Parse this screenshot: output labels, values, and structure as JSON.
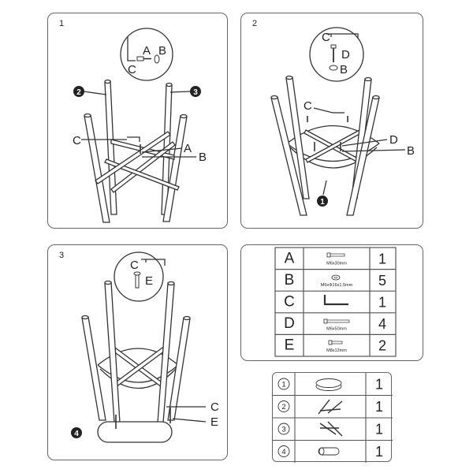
{
  "steps": [
    {
      "number": "1",
      "callouts": {
        "c": "C",
        "a": "A",
        "b": "B"
      },
      "inset": {
        "a": "A",
        "b": "B",
        "c": "C"
      },
      "parts": {
        "p2": "2",
        "p3": "3"
      }
    },
    {
      "number": "2",
      "callouts": {
        "c": "C",
        "d": "D",
        "b": "B"
      },
      "inset": {
        "c": "C",
        "d": "D",
        "b": "B"
      },
      "parts": {
        "p1": "1"
      }
    },
    {
      "number": "3",
      "callouts": {
        "c": "C",
        "e": "E"
      },
      "inset": {
        "c": "C",
        "e": "E"
      },
      "parts": {
        "p4": "4"
      }
    }
  ],
  "hardware_table": [
    {
      "letter": "A",
      "spec": "M6x30mm",
      "qty": "1",
      "icon": "bolt-icon"
    },
    {
      "letter": "B",
      "spec": "M6xΦ16x1.5mm",
      "qty": "5",
      "icon": "washer-icon"
    },
    {
      "letter": "C",
      "spec": "",
      "qty": "1",
      "icon": "allen-key-icon"
    },
    {
      "letter": "D",
      "spec": "M6x50mm",
      "qty": "4",
      "icon": "long-bolt-icon"
    },
    {
      "letter": "E",
      "spec": "M8x12mm",
      "qty": "2",
      "icon": "short-bolt-icon"
    }
  ],
  "parts_table": [
    {
      "number": "1",
      "qty": "1",
      "icon": "seat-disc-icon"
    },
    {
      "number": "2",
      "qty": "1",
      "icon": "leg-frame-icon"
    },
    {
      "number": "3",
      "qty": "1",
      "icon": "leg-frame-icon"
    },
    {
      "number": "4",
      "qty": "1",
      "icon": "footrest-tube-icon"
    }
  ]
}
